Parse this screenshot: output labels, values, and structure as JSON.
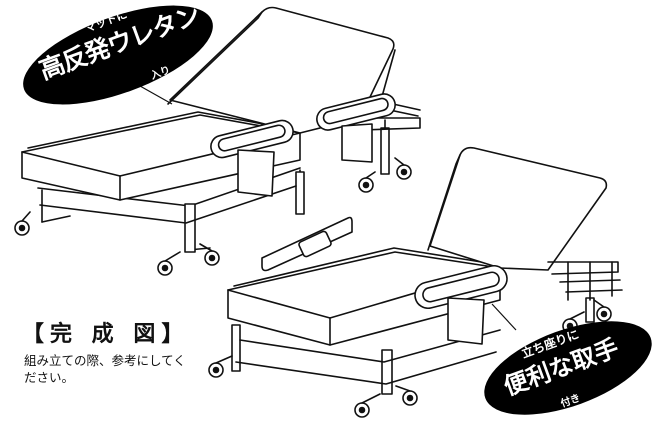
{
  "badge_top": {
    "small": "マットに",
    "main": "高反発ウレタン",
    "sub": "入り",
    "fill_color": "#000000",
    "text_color": "#ffffff"
  },
  "badge_bottom": {
    "top": "立ち座りに",
    "main": "便利な取手",
    "sub": "付き",
    "fill_color": "#000000",
    "text_color": "#ffffff"
  },
  "heading": "【完 成 図】",
  "note": "組み立ての際、参考にしてください。"
}
